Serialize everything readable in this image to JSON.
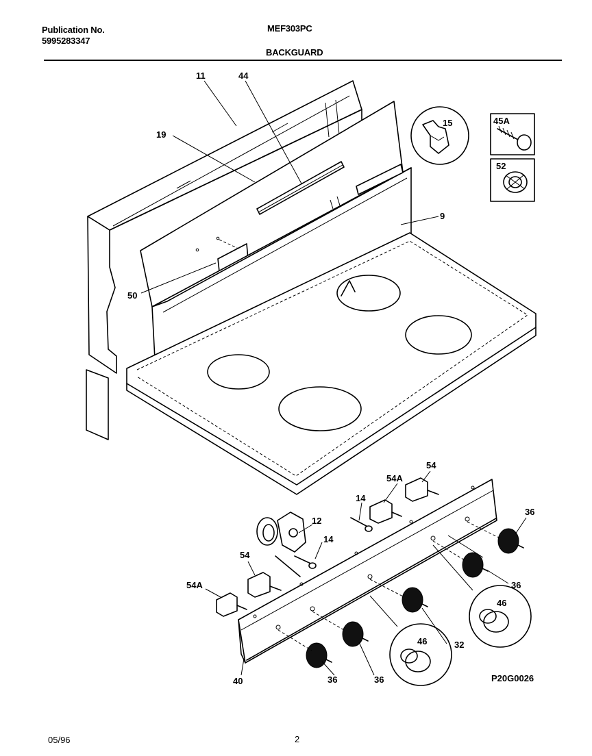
{
  "header": {
    "publication_label": "Publication No.",
    "publication_number": "5995283347",
    "model": "MEF303PC",
    "section": "BACKGUARD"
  },
  "footer": {
    "date": "05/96",
    "page": "2"
  },
  "diagram": {
    "code": "P20G0026",
    "callouts": {
      "c11": "11",
      "c44": "44",
      "c19": "19",
      "c15": "15",
      "c45a": "45A",
      "c52": "52",
      "c9": "9",
      "c50": "50",
      "c54_top": "54",
      "c54a_top": "54A",
      "c14_top": "14",
      "c12": "12",
      "c14_mid": "14",
      "c54_left": "54",
      "c54a_left": "54A",
      "c36_r1": "36",
      "c36_r2": "36",
      "c46_right": "46",
      "c46_left": "46",
      "c32": "32",
      "c36_b1": "36",
      "c36_b2": "36",
      "c40": "40"
    }
  }
}
